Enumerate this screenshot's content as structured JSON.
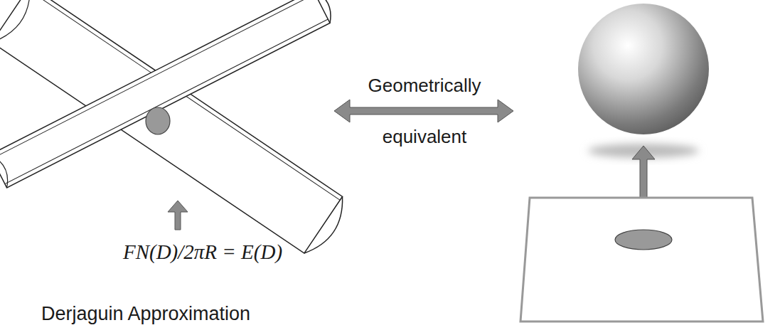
{
  "diagram": {
    "labels": [
      "Geometrically",
      "equivalent",
      "FN(D)/2πR = E(D)",
      "Derjaguin Approximation"
    ]
  }
}
